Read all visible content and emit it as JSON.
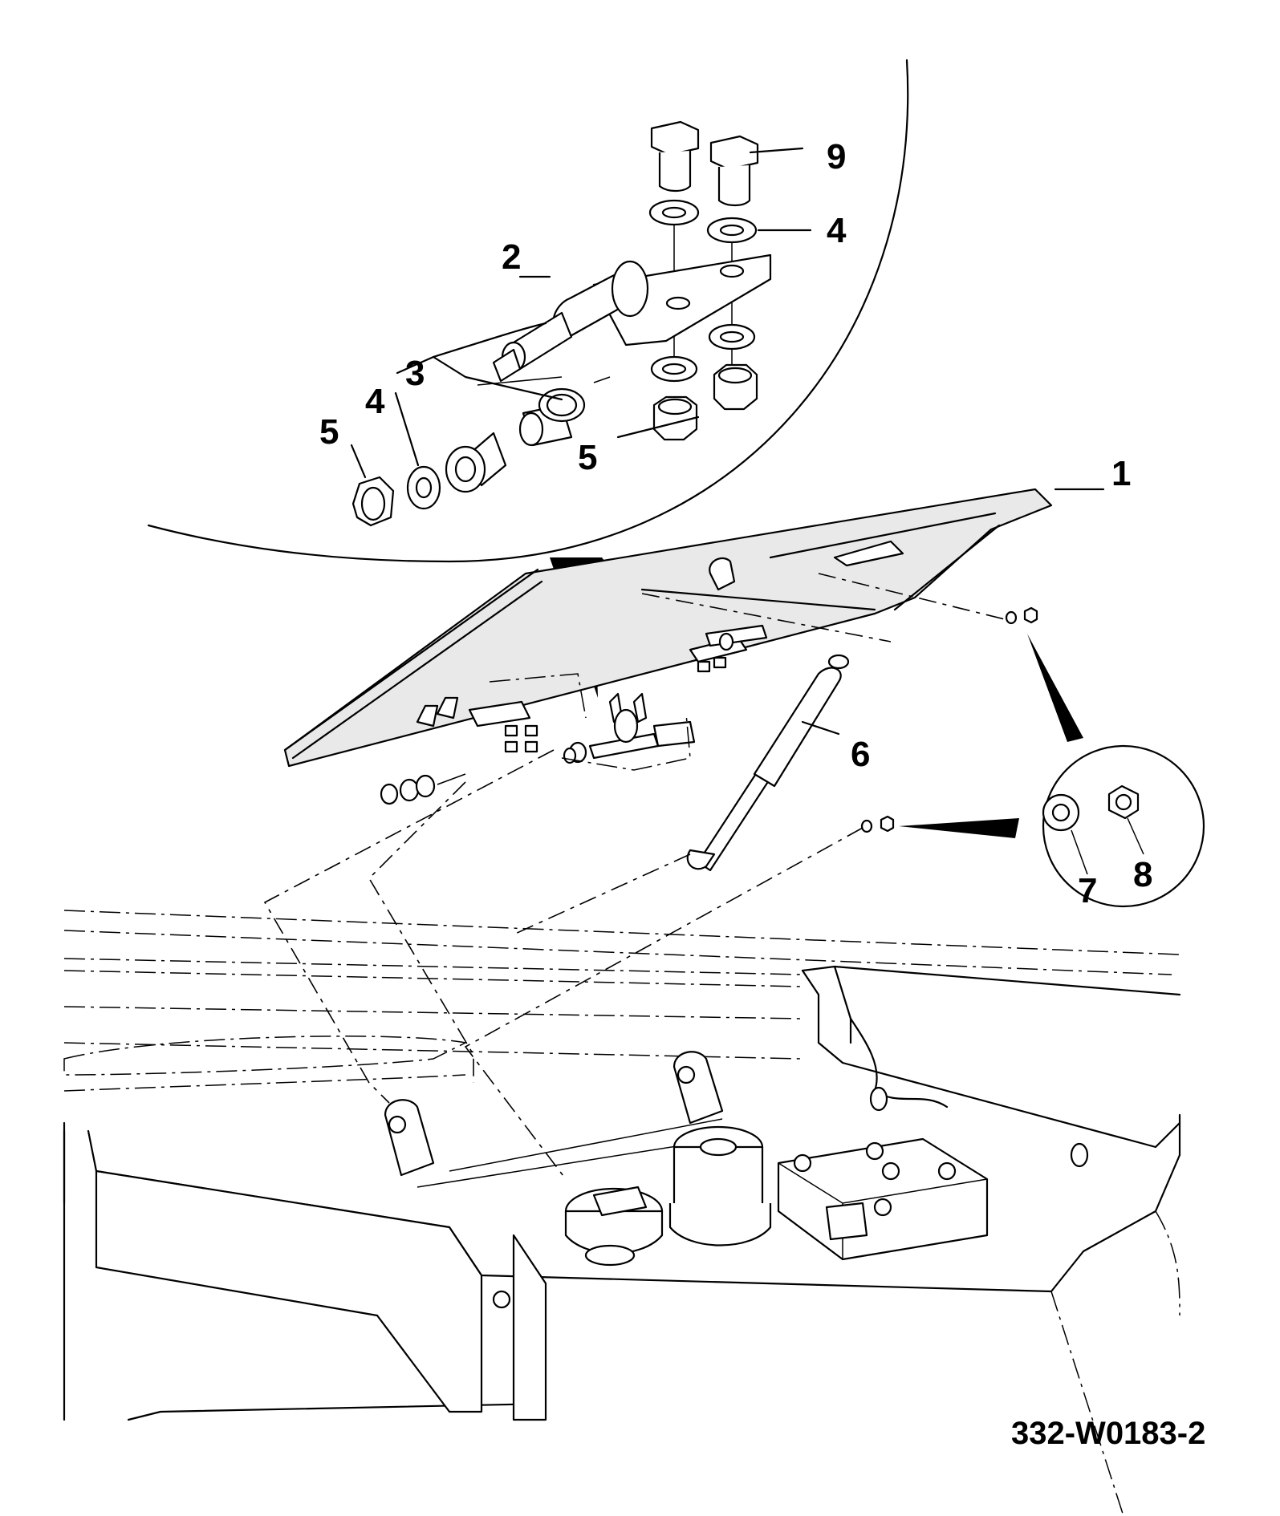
{
  "callouts": {
    "c1": "1",
    "c2": "2",
    "c3": "3",
    "c4_top": "4",
    "c4_left": "4",
    "c5_left": "5",
    "c5_right": "5",
    "c6": "6",
    "c7": "7",
    "c8": "8",
    "c9": "9"
  },
  "drawing_number": "332-W0183-2"
}
